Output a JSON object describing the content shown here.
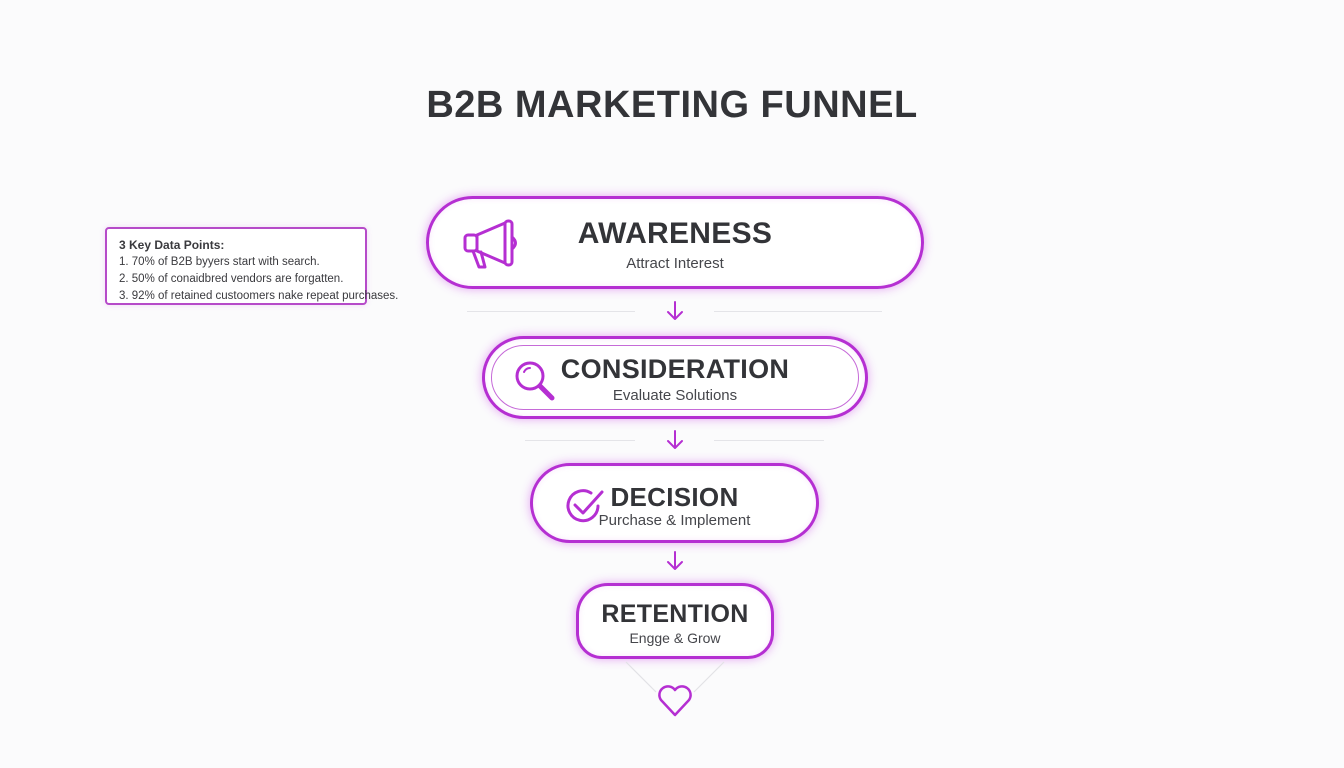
{
  "title": "B2B MARKETING FUNNEL",
  "notes": {
    "heading": "3 Key Data Points:",
    "items": [
      "1. 70% of B2B byyers start with search.",
      "2. 50% of conaidbred vendors are forgatten.",
      "3. 92% of retained custoomers nake repeat purchases."
    ]
  },
  "stages": [
    {
      "name": "AWARENESS",
      "subtitle": "Attract Interest",
      "icon": "megaphone-icon"
    },
    {
      "name": "CONSIDERATION",
      "subtitle": "Evaluate Solutions",
      "icon": "magnifier-icon"
    },
    {
      "name": "DECISION",
      "subtitle": "Purchase & Implement",
      "icon": "check-circle-icon"
    },
    {
      "name": "RETENTION",
      "subtitle": "Engge & Grow",
      "icon": "heart-icon"
    }
  ],
  "colors": {
    "accent": "#b52fd2",
    "text": "#333438",
    "background": "#fbfbfc"
  }
}
